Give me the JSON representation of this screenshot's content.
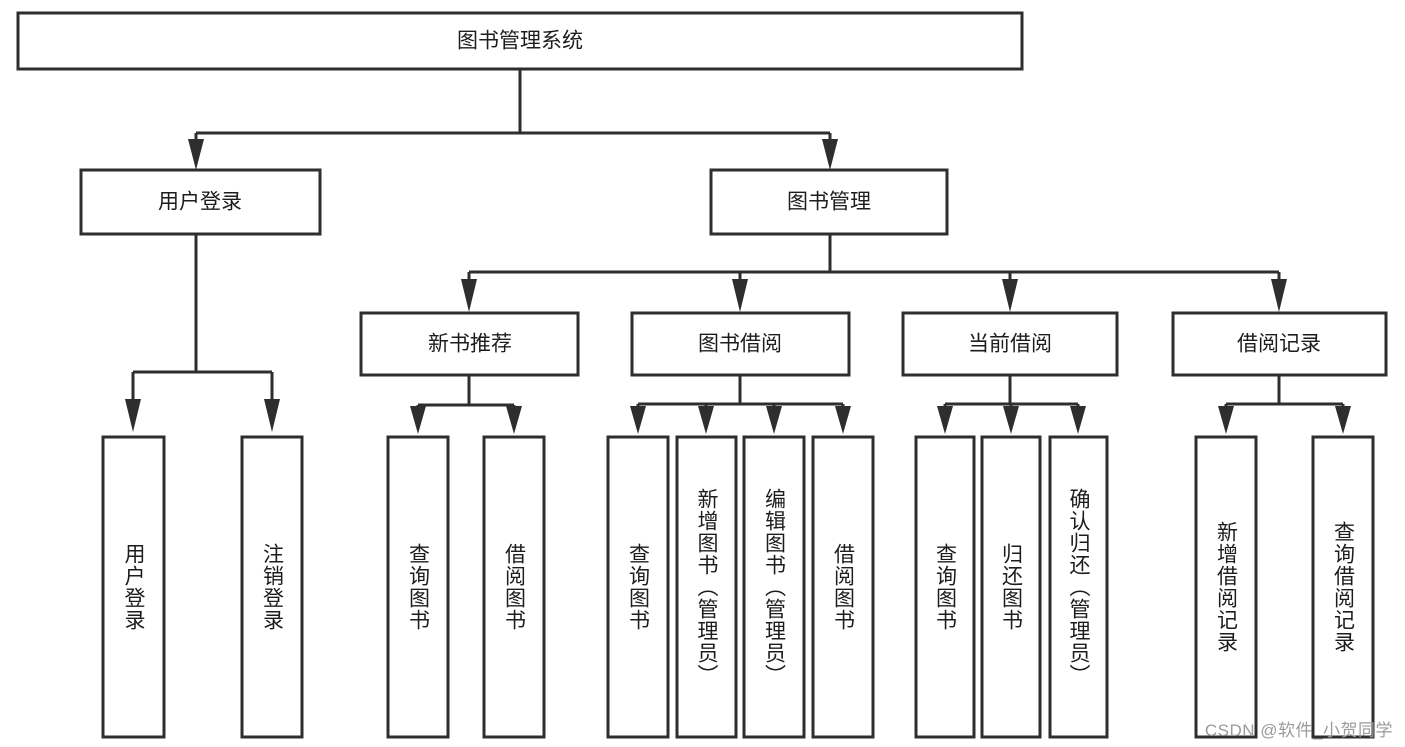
{
  "diagram": {
    "title": "图书管理系统",
    "type": "hierarchy-tree",
    "watermark": "CSDN @软件_小贺同学",
    "colors": {
      "box_stroke": "#2e2e2e",
      "box_fill": "#ffffff",
      "text": "#1d1d1d",
      "background": "#ffffff",
      "watermark": "#9b9b9b"
    },
    "levels": {
      "root": {
        "label": "图书管理系统"
      },
      "level2": [
        {
          "label": "用户登录"
        },
        {
          "label": "图书管理"
        }
      ],
      "level3": [
        {
          "label": "新书推荐"
        },
        {
          "label": "图书借阅"
        },
        {
          "label": "当前借阅"
        },
        {
          "label": "借阅记录"
        }
      ],
      "leaves": {
        "user_login": [
          {
            "label": "用户登录"
          },
          {
            "label": "注销登录"
          }
        ],
        "new_book_recommend": [
          {
            "label": "查询图书"
          },
          {
            "label": "借阅图书"
          }
        ],
        "book_borrow": [
          {
            "label": "查询图书"
          },
          {
            "label": "新增图书（管理员）"
          },
          {
            "label": "编辑图书（管理员）"
          },
          {
            "label": "借阅图书"
          }
        ],
        "current_borrow": [
          {
            "label": "查询图书"
          },
          {
            "label": "归还图书"
          },
          {
            "label": "确认归还（管理员）"
          }
        ],
        "borrow_record": [
          {
            "label": "新增借阅记录"
          },
          {
            "label": "查询借阅记录"
          }
        ]
      }
    }
  }
}
